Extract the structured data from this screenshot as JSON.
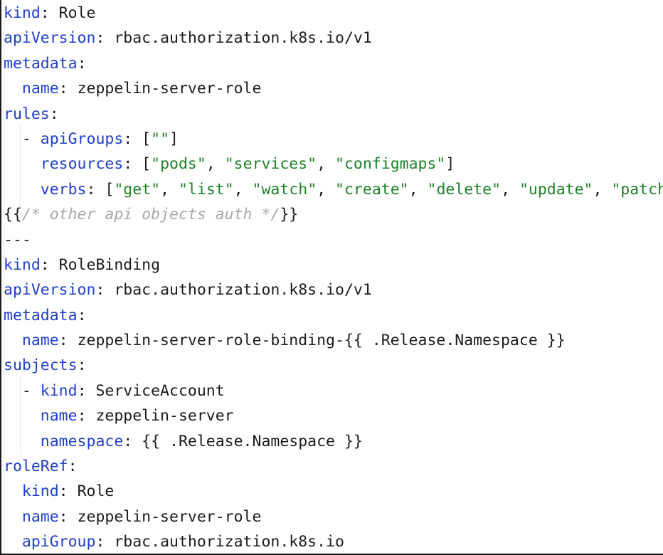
{
  "code_block": {
    "language": "yaml",
    "colors": {
      "background": "#ffffff",
      "foreground": "#1b1b1b",
      "key": "#1f3fcb",
      "string": "#1d8228",
      "comment": "#a8a8a8",
      "border": "#1a1a1a",
      "indent_guide": "#e9e9e9"
    },
    "lines": [
      {
        "tokens": [
          {
            "t": "key",
            "v": "kind"
          },
          {
            "t": "punct",
            "v": ": "
          },
          {
            "t": "plain",
            "v": "Role"
          }
        ]
      },
      {
        "tokens": [
          {
            "t": "key",
            "v": "apiVersion"
          },
          {
            "t": "punct",
            "v": ": "
          },
          {
            "t": "plain",
            "v": "rbac.authorization.k8s.io/v1"
          }
        ]
      },
      {
        "tokens": [
          {
            "t": "key",
            "v": "metadata"
          },
          {
            "t": "punct",
            "v": ":"
          }
        ]
      },
      {
        "tokens": [
          {
            "t": "plain",
            "v": "  "
          },
          {
            "t": "key",
            "v": "name"
          },
          {
            "t": "punct",
            "v": ": "
          },
          {
            "t": "plain",
            "v": "zeppelin-server-role"
          }
        ]
      },
      {
        "tokens": [
          {
            "t": "key",
            "v": "rules"
          },
          {
            "t": "punct",
            "v": ":"
          }
        ]
      },
      {
        "tokens": [
          {
            "t": "dash",
            "v": "  - "
          },
          {
            "t": "key",
            "v": "apiGroups"
          },
          {
            "t": "punct",
            "v": ": ["
          },
          {
            "t": "str",
            "v": "\"\""
          },
          {
            "t": "punct",
            "v": "]"
          }
        ]
      },
      {
        "tokens": [
          {
            "t": "plain",
            "v": "    "
          },
          {
            "t": "key",
            "v": "resources"
          },
          {
            "t": "punct",
            "v": ": ["
          },
          {
            "t": "str",
            "v": "\"pods\""
          },
          {
            "t": "punct",
            "v": ", "
          },
          {
            "t": "str",
            "v": "\"services\""
          },
          {
            "t": "punct",
            "v": ", "
          },
          {
            "t": "str",
            "v": "\"configmaps\""
          },
          {
            "t": "punct",
            "v": "]"
          }
        ]
      },
      {
        "tokens": [
          {
            "t": "plain",
            "v": "    "
          },
          {
            "t": "key",
            "v": "verbs"
          },
          {
            "t": "punct",
            "v": ": ["
          },
          {
            "t": "str",
            "v": "\"get\""
          },
          {
            "t": "punct",
            "v": ", "
          },
          {
            "t": "str",
            "v": "\"list\""
          },
          {
            "t": "punct",
            "v": ", "
          },
          {
            "t": "str",
            "v": "\"watch\""
          },
          {
            "t": "punct",
            "v": ", "
          },
          {
            "t": "str",
            "v": "\"create\""
          },
          {
            "t": "punct",
            "v": ", "
          },
          {
            "t": "str",
            "v": "\"delete\""
          },
          {
            "t": "punct",
            "v": ", "
          },
          {
            "t": "str",
            "v": "\"update\""
          },
          {
            "t": "punct",
            "v": ", "
          },
          {
            "t": "str",
            "v": "\"patch\""
          },
          {
            "t": "punct",
            "v": "]"
          }
        ]
      },
      {
        "tokens": [
          {
            "t": "tmpl",
            "v": "{{"
          },
          {
            "t": "comment",
            "v": "/* other api objects auth */"
          },
          {
            "t": "tmpl",
            "v": "}}"
          }
        ]
      },
      {
        "tokens": [
          {
            "t": "plain",
            "v": "---"
          }
        ]
      },
      {
        "tokens": [
          {
            "t": "key",
            "v": "kind"
          },
          {
            "t": "punct",
            "v": ": "
          },
          {
            "t": "plain",
            "v": "RoleBinding"
          }
        ]
      },
      {
        "tokens": [
          {
            "t": "key",
            "v": "apiVersion"
          },
          {
            "t": "punct",
            "v": ": "
          },
          {
            "t": "plain",
            "v": "rbac.authorization.k8s.io/v1"
          }
        ]
      },
      {
        "tokens": [
          {
            "t": "key",
            "v": "metadata"
          },
          {
            "t": "punct",
            "v": ":"
          }
        ]
      },
      {
        "tokens": [
          {
            "t": "plain",
            "v": "  "
          },
          {
            "t": "key",
            "v": "name"
          },
          {
            "t": "punct",
            "v": ": "
          },
          {
            "t": "plain",
            "v": "zeppelin-server-role-binding-{{ .Release.Namespace }}"
          }
        ]
      },
      {
        "tokens": [
          {
            "t": "key",
            "v": "subjects"
          },
          {
            "t": "punct",
            "v": ":"
          }
        ]
      },
      {
        "tokens": [
          {
            "t": "dash",
            "v": "  - "
          },
          {
            "t": "key",
            "v": "kind"
          },
          {
            "t": "punct",
            "v": ": "
          },
          {
            "t": "plain",
            "v": "ServiceAccount"
          }
        ]
      },
      {
        "tokens": [
          {
            "t": "plain",
            "v": "    "
          },
          {
            "t": "key",
            "v": "name"
          },
          {
            "t": "punct",
            "v": ": "
          },
          {
            "t": "plain",
            "v": "zeppelin-server"
          }
        ]
      },
      {
        "tokens": [
          {
            "t": "plain",
            "v": "    "
          },
          {
            "t": "key",
            "v": "namespace"
          },
          {
            "t": "punct",
            "v": ": "
          },
          {
            "t": "plain",
            "v": "{{ .Release.Namespace }}"
          }
        ]
      },
      {
        "tokens": [
          {
            "t": "key",
            "v": "roleRef"
          },
          {
            "t": "punct",
            "v": ":"
          }
        ]
      },
      {
        "tokens": [
          {
            "t": "plain",
            "v": "  "
          },
          {
            "t": "key",
            "v": "kind"
          },
          {
            "t": "punct",
            "v": ": "
          },
          {
            "t": "plain",
            "v": "Role"
          }
        ]
      },
      {
        "tokens": [
          {
            "t": "plain",
            "v": "  "
          },
          {
            "t": "key",
            "v": "name"
          },
          {
            "t": "punct",
            "v": ": "
          },
          {
            "t": "plain",
            "v": "zeppelin-server-role"
          }
        ]
      },
      {
        "tokens": [
          {
            "t": "plain",
            "v": "  "
          },
          {
            "t": "key",
            "v": "apiGroup"
          },
          {
            "t": "punct",
            "v": ": "
          },
          {
            "t": "plain",
            "v": "rbac.authorization.k8s.io"
          }
        ]
      }
    ]
  }
}
